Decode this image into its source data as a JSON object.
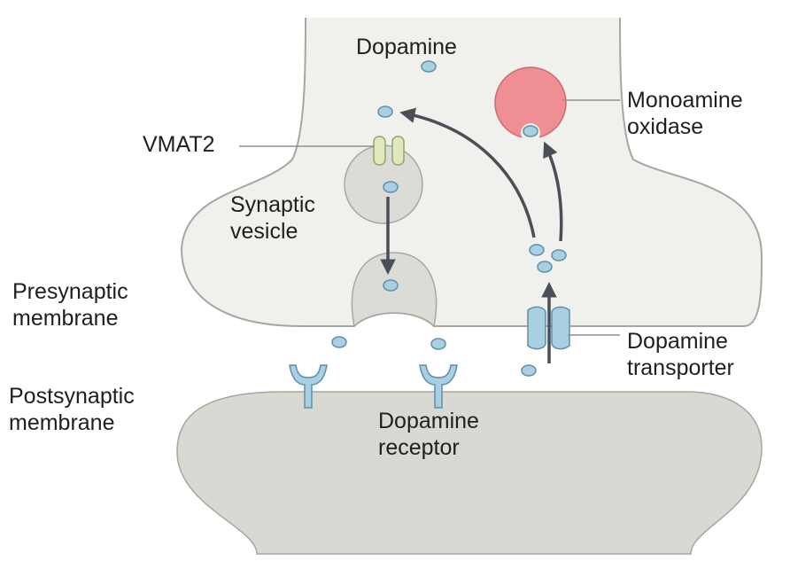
{
  "labels": {
    "dopamine_top": "Dopamine",
    "vmat2": "VMAT2",
    "synaptic_vesicle_l1": "Synaptic",
    "synaptic_vesicle_l2": "vesicle",
    "monoamine_oxidase_l1": "Monoamine",
    "monoamine_oxidase_l2": "oxidase",
    "presynaptic_l1": "Presynaptic",
    "presynaptic_l2": "membrane",
    "postsynaptic_l1": "Postsynaptic",
    "postsynaptic_l2": "membrane",
    "dopamine_transporter_l1": "Dopamine",
    "dopamine_transporter_l2": "transporter",
    "dopamine_receptor_l1": "Dopamine",
    "dopamine_receptor_l2": "receptor"
  },
  "colors": {
    "neuron_fill": "#f0f0ec",
    "neuron_stroke": "#a7a7a1",
    "postsynaptic_fill": "#d9d9d3",
    "vesicle_fill": "#dcdcd6",
    "dopamine_fill": "#a9cfe2",
    "dopamine_stroke": "#5f8fa8",
    "vmat2_fill": "#dfe9bd",
    "vmat2_stroke": "#94a56a",
    "mao_fill": "#ef8f93",
    "mao_stroke": "#c86c70",
    "transporter_fill": "#a9cfe2",
    "receptor_fill": "#a9cfe2",
    "arrow": "#4a4f57"
  }
}
